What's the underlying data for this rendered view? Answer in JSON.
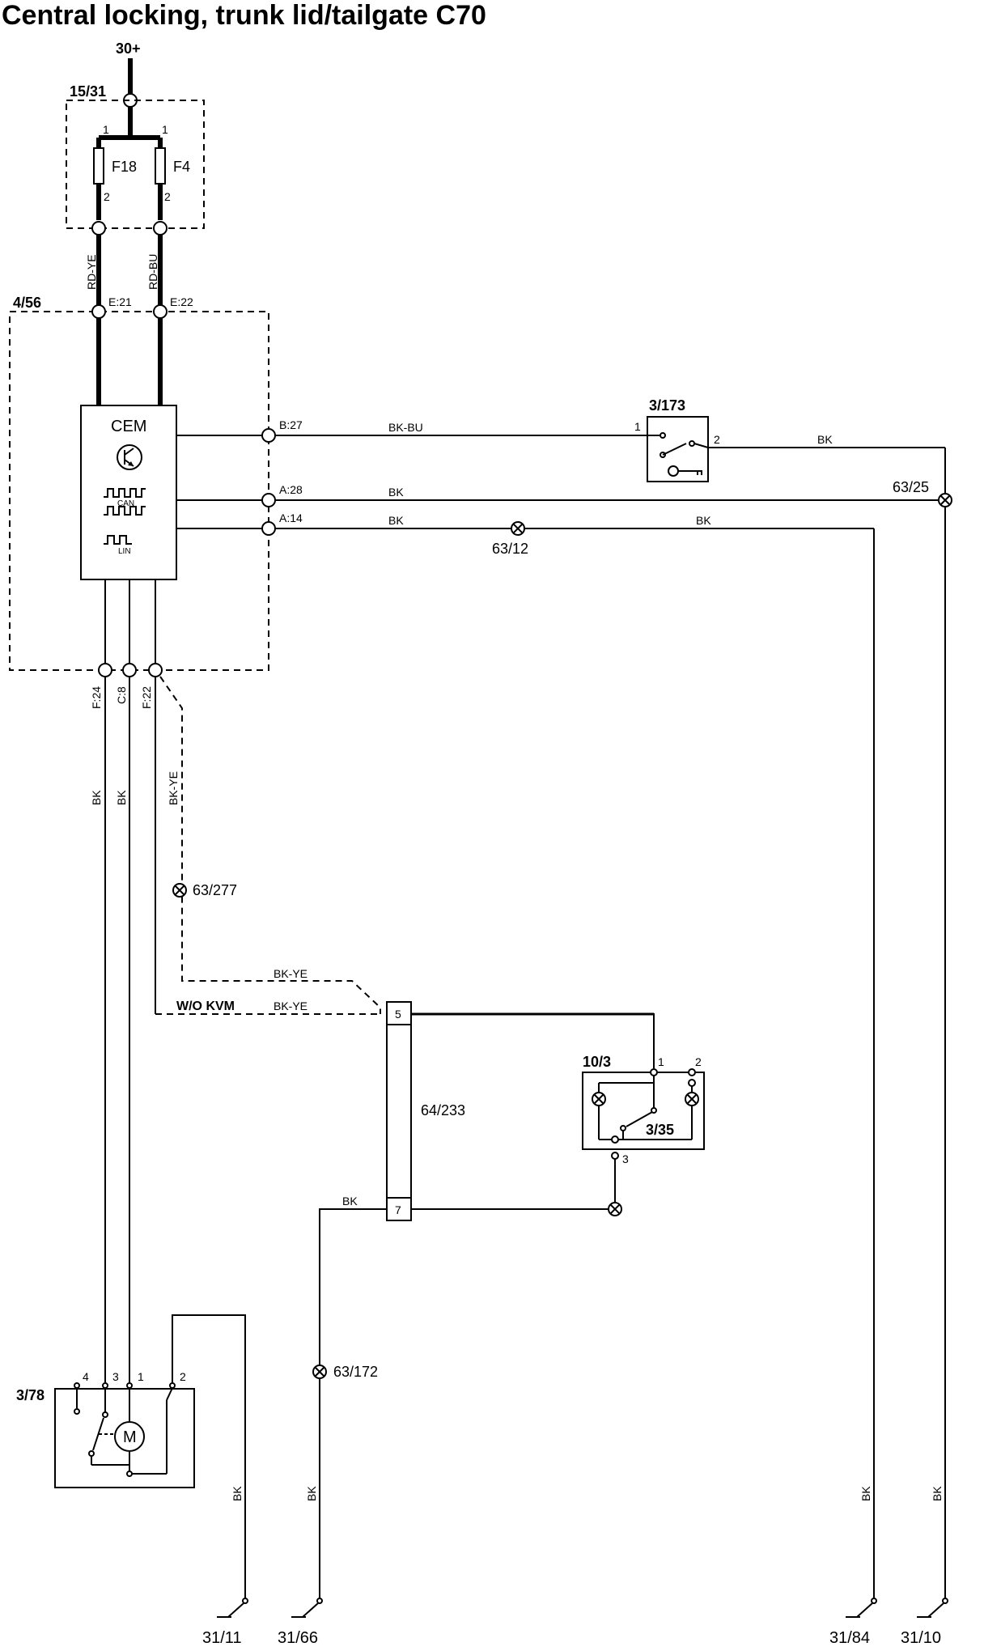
{
  "title": "Central locking, trunk lid/tailgate C70",
  "power": "30+",
  "fuse_box": {
    "id": "15/31",
    "fuses": [
      {
        "name": "F18",
        "pin_in": "1",
        "pin_out": "2",
        "wire": "RD-YE"
      },
      {
        "name": "F4",
        "pin_in": "1",
        "pin_out": "2",
        "wire": "RD-BU"
      }
    ]
  },
  "cem_module": {
    "id": "4/56",
    "label": "CEM",
    "connectors_top": [
      "E:21",
      "E:22"
    ],
    "connectors_right": [
      "B:27",
      "A:28",
      "A:14"
    ],
    "connectors_bottom": [
      "F:24",
      "C:8",
      "F:22"
    ],
    "can_label": "CAN",
    "lin_label": "LIN"
  },
  "switch_3_173": {
    "id": "3/173",
    "pin_1": "1",
    "pin_2": "2"
  },
  "wires": {
    "b27": "BK-BU",
    "a28": "BK",
    "a14_left": "BK",
    "a14_right": "BK",
    "sw_out": "BK",
    "f24": "BK",
    "c8": "BK",
    "f22": "BK-YE",
    "bkye_upper": "BK-YE",
    "bkye_lower": "BK-YE",
    "wo_kvm": "W/O KVM",
    "pin7_left": "BK",
    "gnd_11": "BK",
    "gnd_66": "BK",
    "gnd_84": "BK",
    "gnd_10": "BK"
  },
  "splices": {
    "s63_25": "63/25",
    "s63_12": "63/12",
    "s63_277": "63/277",
    "s63_172": "63/172"
  },
  "connector_64_233": {
    "id": "64/233",
    "pin_5": "5",
    "pin_7": "7"
  },
  "lamp_unit": {
    "id": "10/3",
    "switch_id": "3/35",
    "pin_1": "1",
    "pin_2": "2",
    "pin_3": "3"
  },
  "motor_unit": {
    "id": "3/78",
    "pins": [
      "4",
      "3",
      "1",
      "2"
    ],
    "motor_label": "M"
  },
  "grounds": [
    "31/11",
    "31/66",
    "31/84",
    "31/10"
  ]
}
